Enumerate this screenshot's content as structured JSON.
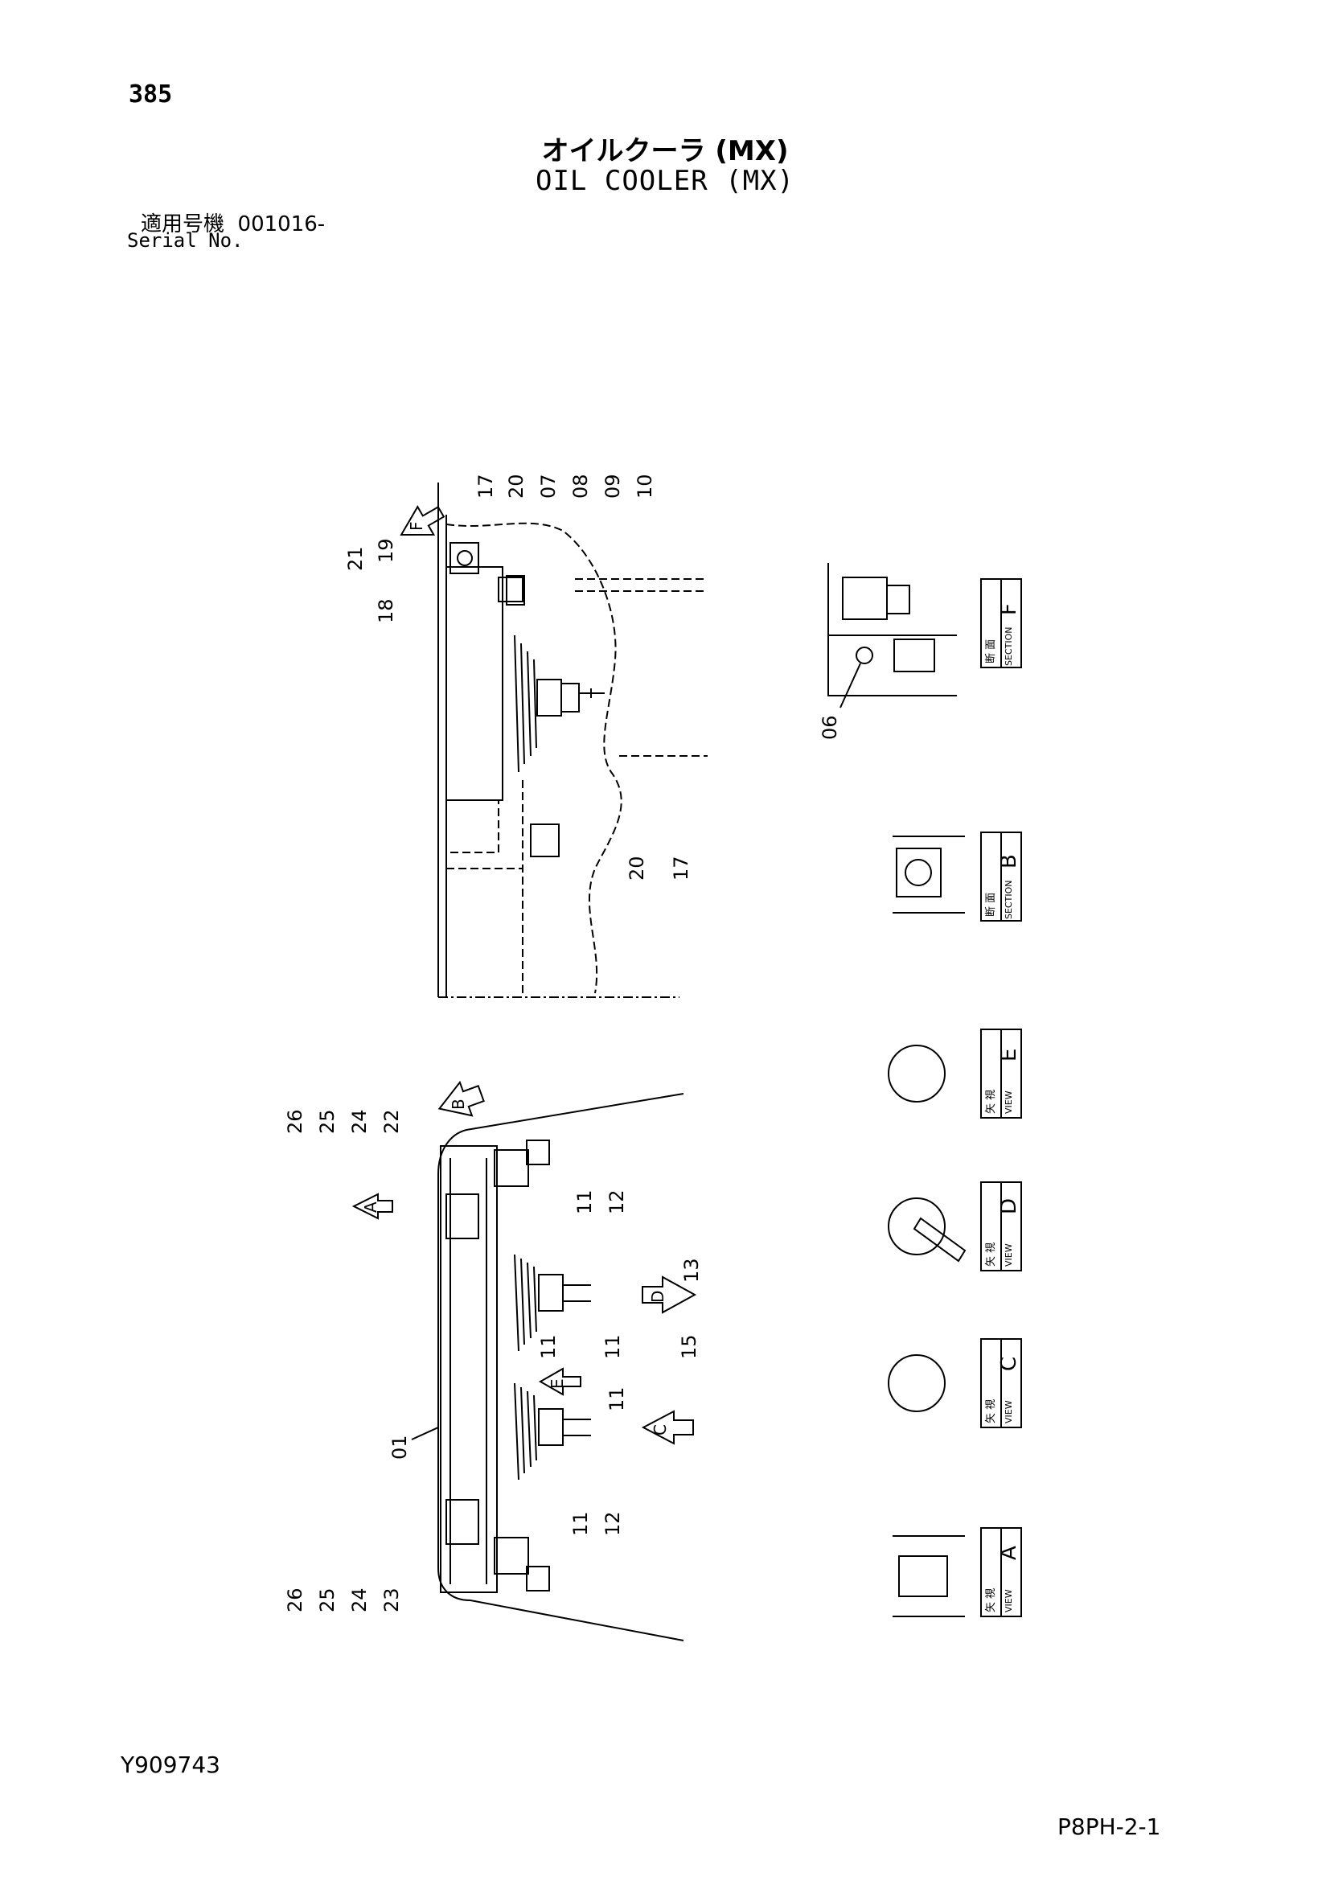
{
  "header": {
    "page_number": "385",
    "title_jp": "オイルクーラ (MX)",
    "title_en": "OIL COOLER (MX)",
    "serial_label_jp": "適用号機",
    "serial_value": "001016-",
    "serial_label_en": "Serial No."
  },
  "footer": {
    "doc_code": "Y909743",
    "page_code": "P8PH-2-1"
  },
  "callouts_top": [
    "17",
    "20",
    "07",
    "08",
    "09",
    "10",
    "21",
    "19",
    "18",
    "20",
    "17"
  ],
  "callouts_bottom": [
    "26",
    "25",
    "24",
    "22",
    "11",
    "12",
    "13",
    "11",
    "11",
    "15",
    "11",
    "01",
    "11",
    "12",
    "26",
    "25",
    "24",
    "23"
  ],
  "callout_section_f": "06",
  "view_letters": [
    "F",
    "A",
    "B",
    "D",
    "E",
    "C"
  ],
  "view_tags": [
    {
      "jp": "断 面",
      "en": "SECTION",
      "letter": "F"
    },
    {
      "jp": "断 面",
      "en": "SECTION",
      "letter": "B"
    },
    {
      "jp": "矢 視",
      "en": "VIEW",
      "letter": "E"
    },
    {
      "jp": "矢 視",
      "en": "VIEW",
      "letter": "D"
    },
    {
      "jp": "矢 視",
      "en": "VIEW",
      "letter": "C"
    },
    {
      "jp": "矢 視",
      "en": "VIEW",
      "letter": "A"
    }
  ]
}
